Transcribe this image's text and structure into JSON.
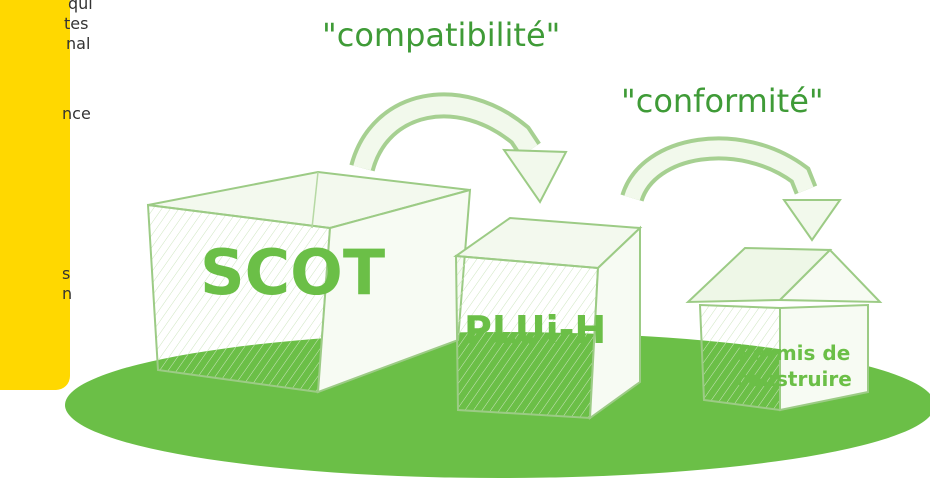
{
  "note": {
    "fragments": [
      "qui",
      "tes",
      "nal",
      "nce",
      "s",
      "n"
    ]
  },
  "relations": {
    "compatibility": "\"compatibilité\"",
    "conformity": "\"conformité\""
  },
  "documents": {
    "scot": "SCOT",
    "pluih": "PLUi-H",
    "permis_line1": "Permis de",
    "permis_line2": "construire"
  },
  "colors": {
    "ground": "#6BBF47",
    "accent_text": "#3F9B37",
    "note_bg": "#FFD800",
    "sketch_stroke": "#9CCB85"
  },
  "icons": [
    "curved-arrow-icon",
    "house-icon",
    "box-icon"
  ]
}
